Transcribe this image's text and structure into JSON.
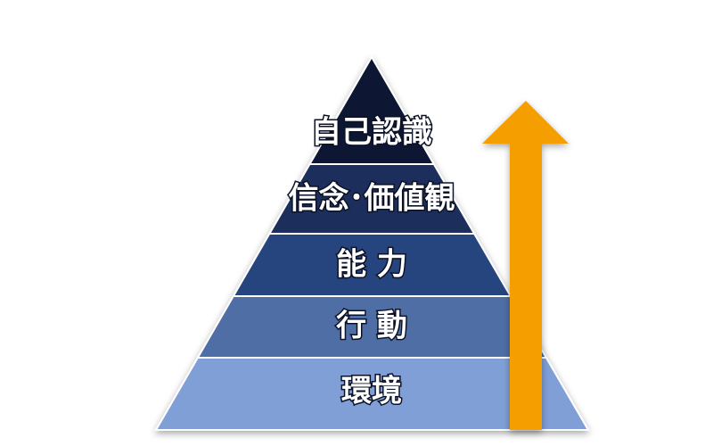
{
  "diagram": {
    "type": "pyramid",
    "levels": [
      {
        "label": "自己認識",
        "color": "#0c1731"
      },
      {
        "label": "信念･価値観",
        "color": "#1d2d5c"
      },
      {
        "label": "能 力",
        "color": "#25457e"
      },
      {
        "label": "行 動",
        "color": "#4f6ea6"
      },
      {
        "label": "環境",
        "color": "#7f9fd6"
      }
    ],
    "arrow": {
      "color": "#f59e00",
      "direction": "up"
    },
    "outline_color": "#ffffff"
  }
}
